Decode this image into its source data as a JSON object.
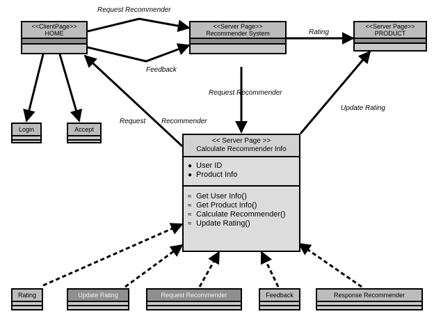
{
  "nodes": {
    "home": {
      "stereotype": "<<ClientPage>>",
      "name": "HOME"
    },
    "recommender_system": {
      "stereotype": "<<Server Page>>",
      "name": "Recommender System"
    },
    "product": {
      "stereotype": "<<Server Page>>",
      "name": "PRODUCT"
    },
    "login": {
      "name": "Login"
    },
    "accept": {
      "name": "Accept"
    },
    "calculate": {
      "stereotype": "<< Server Page >>",
      "name": "Calculate Recommender Info",
      "attributes": [
        "User ID",
        "Product Info"
      ],
      "operations": [
        "Get User Info()",
        "Get Product Info()",
        "Calculate Recommender()",
        "Update Rating()"
      ]
    },
    "rating": {
      "name": "Rating"
    },
    "update_rating": {
      "name": "Update Rating"
    },
    "request_recommender": {
      "name": "Request Recommender"
    },
    "feedback": {
      "name": "Feedback"
    },
    "response_recommender": {
      "name": "Response Recommender"
    }
  },
  "edges": {
    "request_recommender_top": "Request Recommender",
    "feedback": "Feedback",
    "rating": "Rating",
    "request_recommender_mid": "Request Recommender",
    "request_recommender_left": "Request",
    "request_recommender_left2": "Recommender",
    "update_rating": "Update Rating"
  },
  "icons": {
    "attribute": "database-icon",
    "operation": "method-icon"
  }
}
